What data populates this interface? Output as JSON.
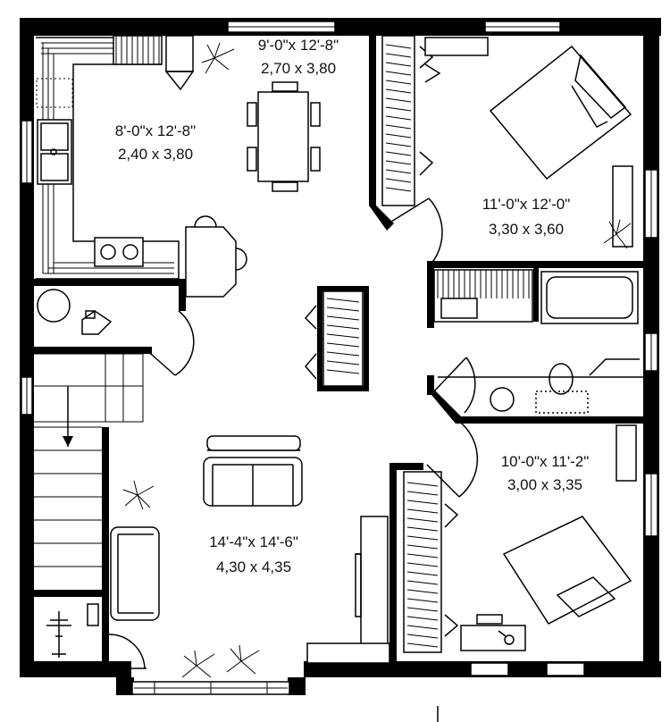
{
  "rooms": {
    "kitchen": {
      "imperial": "8'-0\"x 12'-8\"",
      "metric": "2,40 x 3,80"
    },
    "dining": {
      "imperial": "9'-0\"x 12'-8\"",
      "metric": "2,70 x 3,80"
    },
    "bedroom1": {
      "imperial": "11'-0\"x 12'-0\"",
      "metric": "3,30 x 3,60"
    },
    "bedroom2": {
      "imperial": "10'-0\"x 11'-2\"",
      "metric": "3,00 x 3,35"
    },
    "living": {
      "imperial": "14'-4\"x 14'-6\"",
      "metric": "4,30 x 4,35"
    }
  }
}
